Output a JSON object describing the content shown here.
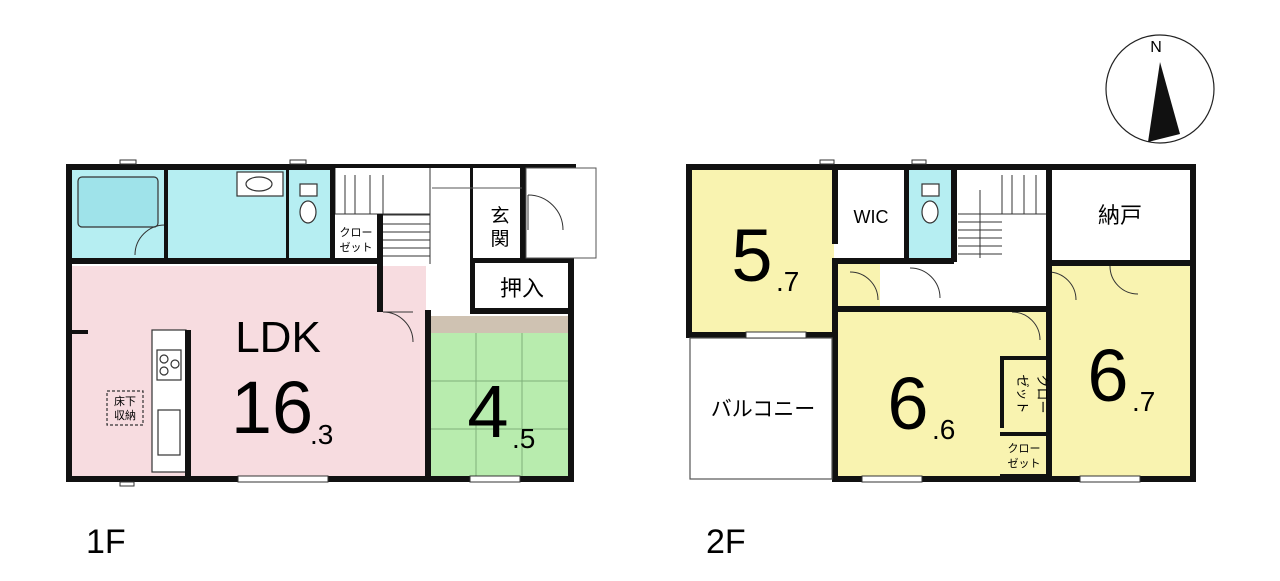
{
  "floor1": {
    "label": "1F",
    "rooms": {
      "ldk_name": "LDK",
      "ldk_size_main": "16",
      "ldk_size_sub": ".3",
      "washitsu_main": "4",
      "washitsu_sub": ".5",
      "oshiire": "押入",
      "genkan_1": "玄",
      "genkan_2": "関",
      "closet_1": "クロー",
      "closet_2": "ゼット",
      "underfloor_1": "床下",
      "underfloor_2": "収納"
    }
  },
  "floor2": {
    "label": "2F",
    "rooms": {
      "room_a_main": "5",
      "room_a_sub": ".7",
      "room_b_main": "6",
      "room_b_sub": ".6",
      "room_c_main": "6",
      "room_c_sub": ".7",
      "wic": "WIC",
      "nando": "納戸",
      "balcony": "バルコニー",
      "closet_v_1": "クロー",
      "closet_v_2": "ゼット",
      "closet_h_1": "クロー",
      "closet_h_2": "ゼット"
    }
  },
  "compass": {
    "north": "N"
  },
  "colors": {
    "ldk": "#f7dce0",
    "washitsu": "#b8ecae",
    "wet": "#b6eef2",
    "bedroom": "#f9f3b0",
    "wall": "#111111"
  }
}
